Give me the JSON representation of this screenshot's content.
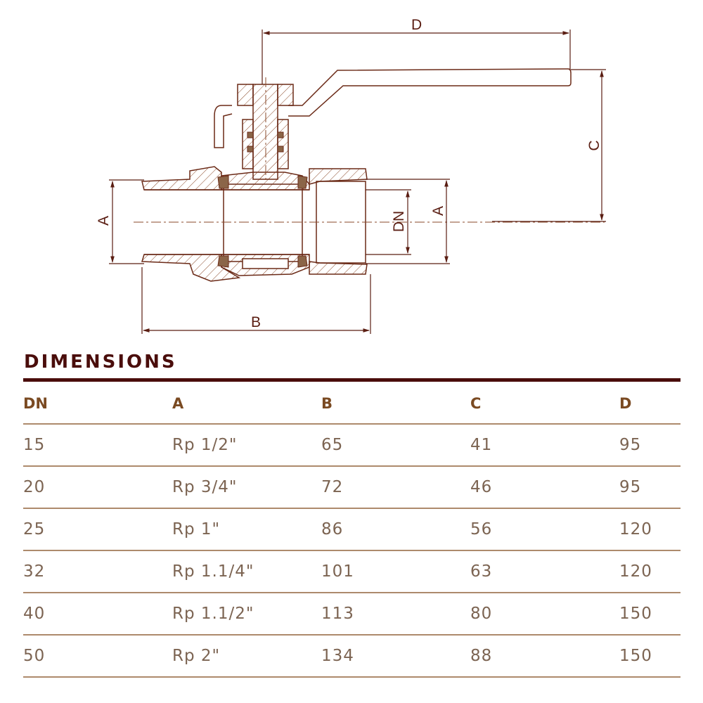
{
  "drawing": {
    "title": "Ball valve cross-section",
    "labels": {
      "D": "D",
      "C": "C",
      "A_left": "A",
      "A_right": "A",
      "DN": "DN",
      "B": "B"
    },
    "colors": {
      "line": "#6b2a17",
      "seal": "#8b6548",
      "dim": "#5a1d12"
    }
  },
  "section": {
    "title": "DIMENSIONS"
  },
  "table": {
    "headers": [
      "DN",
      "A",
      "B",
      "C",
      "D"
    ],
    "rows": [
      [
        "15",
        "Rp 1/2\"",
        "65",
        "41",
        "95"
      ],
      [
        "20",
        "Rp 3/4\"",
        "72",
        "46",
        "95"
      ],
      [
        "25",
        "Rp 1\"",
        "86",
        "56",
        "120"
      ],
      [
        "32",
        "Rp 1.1/4\"",
        "101",
        "63",
        "120"
      ],
      [
        "40",
        "Rp 1.1/2\"",
        "113",
        "80",
        "150"
      ],
      [
        "50",
        "Rp 2\"",
        "134",
        "88",
        "150"
      ]
    ]
  }
}
